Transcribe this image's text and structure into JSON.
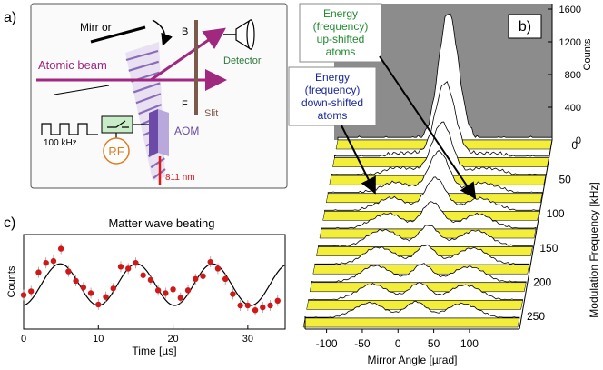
{
  "panel_a": {
    "label": "a)",
    "mirror": "Mirr or",
    "atomic_beam": "Atomic beam",
    "detector": "Detector",
    "slit": "Slit",
    "b_mark": "B",
    "f_mark": "F",
    "freq": "100 kHz",
    "rf": "RF",
    "aom": "AOM",
    "wavelength": "811 nm"
  },
  "panel_b": {
    "label": "b)",
    "callout_up": [
      "Energy",
      "(frequency)",
      "up-shifted",
      "atoms"
    ],
    "callout_down": [
      "Energy",
      "(frequency)",
      "down-shifted",
      "atoms"
    ]
  },
  "panel_c": {
    "label": "c)"
  },
  "chart_data": [
    {
      "type": "scatter",
      "title": "Matter wave beating",
      "xlabel": "Time [µs]",
      "ylabel": "Counts",
      "xlim": [
        0,
        35
      ],
      "xticks": [
        "0",
        "10",
        "20",
        "30"
      ],
      "x": [
        0,
        1,
        2,
        3,
        4,
        5,
        6,
        7,
        8,
        9,
        10,
        11,
        12,
        13,
        14,
        15,
        16,
        17,
        18,
        19,
        20,
        21,
        22,
        23,
        24,
        25,
        26,
        27,
        28,
        29,
        30,
        31,
        32,
        33,
        34
      ],
      "values": [
        0.36,
        0.4,
        0.6,
        0.7,
        0.72,
        0.85,
        0.61,
        0.51,
        0.44,
        0.38,
        0.26,
        0.34,
        0.43,
        0.66,
        0.64,
        0.7,
        0.57,
        0.52,
        0.41,
        0.38,
        0.42,
        0.33,
        0.41,
        0.53,
        0.56,
        0.71,
        0.64,
        0.53,
        0.37,
        0.25,
        0.25,
        0.2,
        0.23,
        0.25,
        0.3
      ],
      "fit_curve": {
        "period_us": 10.2,
        "phase_peak_us": 4.9,
        "amplitude": 0.22,
        "offset": 0.47
      }
    },
    {
      "type": "waterfall",
      "xlabel": "Mirror Angle [µrad]",
      "zlabel": "Counts",
      "ylabel": "Modulation Frequency [kHz]",
      "xticks": [
        "-100",
        "-50",
        "0",
        "50",
        "100"
      ],
      "count_ticks": [
        "0",
        "400",
        "800",
        "1200",
        "1600"
      ],
      "freq_ticks": [
        "0",
        "50",
        "100",
        "150",
        "200",
        "250"
      ],
      "traces": [
        {
          "mod_freq_khz": 0,
          "peak_counts": 1400
        },
        {
          "mod_freq_khz": 25,
          "peak_counts": 900
        },
        {
          "mod_freq_khz": 50,
          "peak_counts": 700
        },
        {
          "mod_freq_khz": 75,
          "peak_counts": 620
        },
        {
          "mod_freq_khz": 100,
          "peak_counts": 560
        },
        {
          "mod_freq_khz": 125,
          "peak_counts": 520
        },
        {
          "mod_freq_khz": 150,
          "peak_counts": 480
        },
        {
          "mod_freq_khz": 175,
          "peak_counts": 460
        },
        {
          "mod_freq_khz": 200,
          "peak_counts": 440
        },
        {
          "mod_freq_khz": 225,
          "peak_counts": 420
        },
        {
          "mod_freq_khz": 250,
          "peak_counts": 400
        }
      ]
    }
  ]
}
